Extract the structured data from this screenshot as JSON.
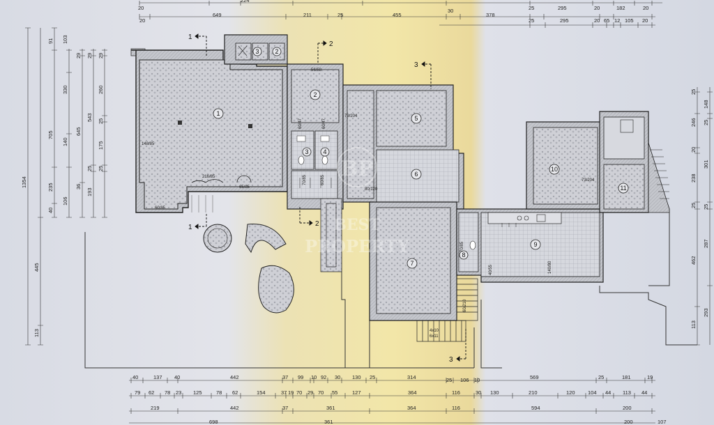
{
  "watermark": {
    "initials": "BP",
    "line1": "BEST",
    "line2": "PROPERTY"
  },
  "top_dims": {
    "row1": [
      "20",
      "224",
      "20",
      "182",
      "20"
    ],
    "row2": [
      "20",
      "649",
      "211",
      "25",
      "455",
      "30",
      "378",
      "25",
      "295"
    ],
    "row3": [
      "25",
      "295",
      "20",
      "65",
      "12",
      "105",
      "20"
    ]
  },
  "bottom_dims": {
    "row1": [
      "40",
      "137",
      "40",
      "442",
      "37",
      "99",
      "10",
      "92",
      "30",
      "130",
      "25",
      "314",
      "25",
      "106",
      "10",
      "569",
      "25",
      "181",
      "19"
    ],
    "row2": [
      "79",
      "62",
      "78",
      "23",
      "125",
      "78",
      "62",
      "154",
      "37",
      "19",
      "70",
      "29",
      "70",
      "55",
      "127",
      "364",
      "116",
      "30",
      "130",
      "210",
      "120",
      "104",
      "44",
      "113",
      "44"
    ],
    "row3": [
      "219",
      "442",
      "37",
      "361",
      "364",
      "116",
      "594",
      "200"
    ],
    "row4": [
      "698",
      "361",
      "200",
      "107"
    ]
  },
  "left_dims": {
    "col1": [
      "1354"
    ],
    "col2": [
      "445",
      "113"
    ],
    "col3": [
      "91",
      "705",
      "235",
      "40"
    ],
    "col4": [
      "103",
      "330",
      "140",
      "106"
    ],
    "col5": [
      "29",
      "645",
      "36"
    ],
    "col6": [
      "29",
      "543",
      "25",
      "193"
    ],
    "col7": [
      "29",
      "260",
      "25",
      "175",
      "25"
    ]
  },
  "right_dims": {
    "col1": [
      "25",
      "246",
      "20",
      "238",
      "25",
      "462",
      "113"
    ],
    "col2": [
      "148",
      "25",
      "301",
      "25",
      "287",
      "293"
    ]
  },
  "rooms": [
    "1",
    "2",
    "2",
    "3",
    "3",
    "4",
    "5",
    "6",
    "7",
    "8",
    "9",
    "10",
    "11"
  ],
  "sections": {
    "s1": "1",
    "s2": "2",
    "s3": "3"
  },
  "door_labels": {
    "d1": "148/85",
    "d2": "216/85",
    "d3": "65/85",
    "d4": "60/85",
    "d5": "56/58",
    "d6": "60/47",
    "d7": "60/47",
    "d8": "73/204",
    "d9": "80/120",
    "d10": "70/85",
    "d11": "73/204",
    "d12": "140/80",
    "d13": "40/55",
    "d14": "4x10",
    "d15": "6x11",
    "d16": "70/85",
    "d17": "60/85",
    "d18": "60/210"
  }
}
